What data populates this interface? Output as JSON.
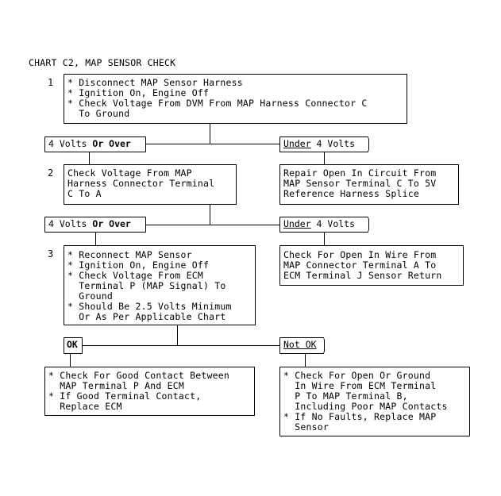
{
  "title": "CHART C2, MAP SENSOR CHECK",
  "steps": [
    {
      "number": "1",
      "lines": [
        "* Disconnect MAP Sensor Harness",
        "* Ignition On, Engine Off",
        "* Check Voltage From DVM From MAP Harness Connector C",
        "  To Ground"
      ]
    },
    {
      "number": "2",
      "lines": [
        "Check Voltage From MAP",
        "Harness Connector Terminal",
        "C To A"
      ]
    },
    {
      "number": "3",
      "lines": [
        "* Reconnect MAP Sensor",
        "* Ignition On, Engine Off",
        "* Check Voltage From ECM",
        "  Terminal P (MAP Signal) To",
        "  Ground",
        "* Should Be 2.5 Volts Minimum",
        "  Or As Per Applicable Chart"
      ]
    }
  ],
  "branch1": {
    "left": {
      "plain": "4 Volts ",
      "bold": "Or Over"
    },
    "right": {
      "underlined": "Under",
      "plain": " 4 Volts"
    },
    "right_result": [
      "Repair Open In Circuit From",
      "MAP Sensor Terminal C To 5V",
      "Reference Harness Splice"
    ]
  },
  "branch2": {
    "left": {
      "plain": "4 Volts ",
      "bold": "Or Over"
    },
    "right": {
      "underlined": "Under",
      "plain": " 4 Volts"
    },
    "right_result": [
      "Check For Open In Wire From",
      "MAP Connector Terminal A To",
      "ECM Terminal J Sensor Return"
    ]
  },
  "branch3": {
    "left": {
      "bold": "OK"
    },
    "right": {
      "underlined": "Not OK"
    },
    "left_result": [
      "* Check For Good Contact Between",
      "  MAP Terminal P And ECM",
      "* If Good Terminal Contact,",
      "  Replace ECM"
    ],
    "right_result": [
      "* Check For Open Or Ground",
      "  In Wire From ECM Terminal",
      "  P To MAP Terminal B,",
      "  Including Poor MAP Contacts",
      "* If No Faults, Replace MAP",
      "  Sensor"
    ]
  }
}
